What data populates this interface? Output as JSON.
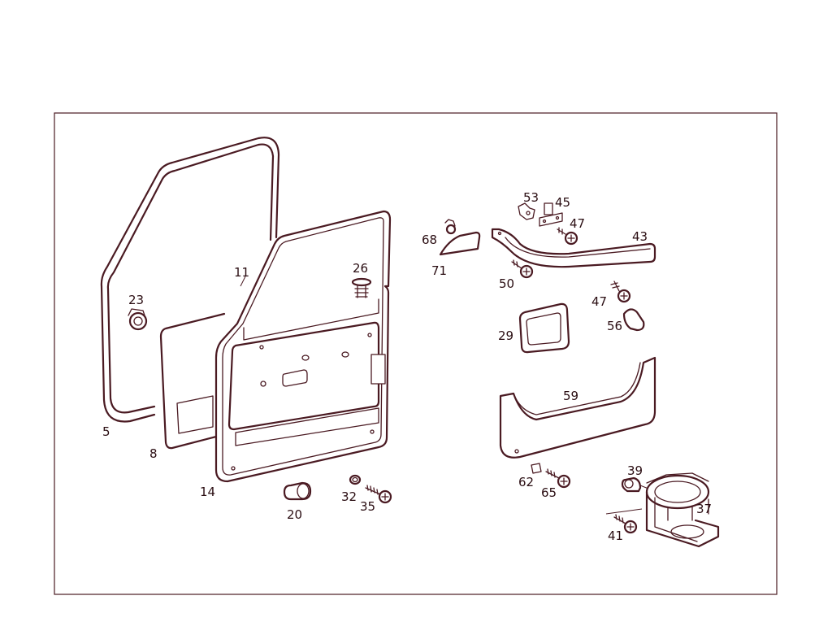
{
  "callouts": {
    "c5": "5",
    "c8": "8",
    "c11": "11",
    "c14": "14",
    "c20": "20",
    "c23": "23",
    "c26": "26",
    "c29": "29",
    "c32": "32",
    "c35": "35",
    "c37": "37",
    "c39": "39",
    "c41": "41",
    "c43": "43",
    "c45": "45",
    "c47a": "47",
    "c47b": "47",
    "c50": "50",
    "c53": "53",
    "c56": "56",
    "c59": "59",
    "c62": "62",
    "c65": "65",
    "c68": "68",
    "c71": "71"
  },
  "colors": {
    "line": "#4a1a22",
    "text": "#2a0d12",
    "background": "#ffffff"
  }
}
